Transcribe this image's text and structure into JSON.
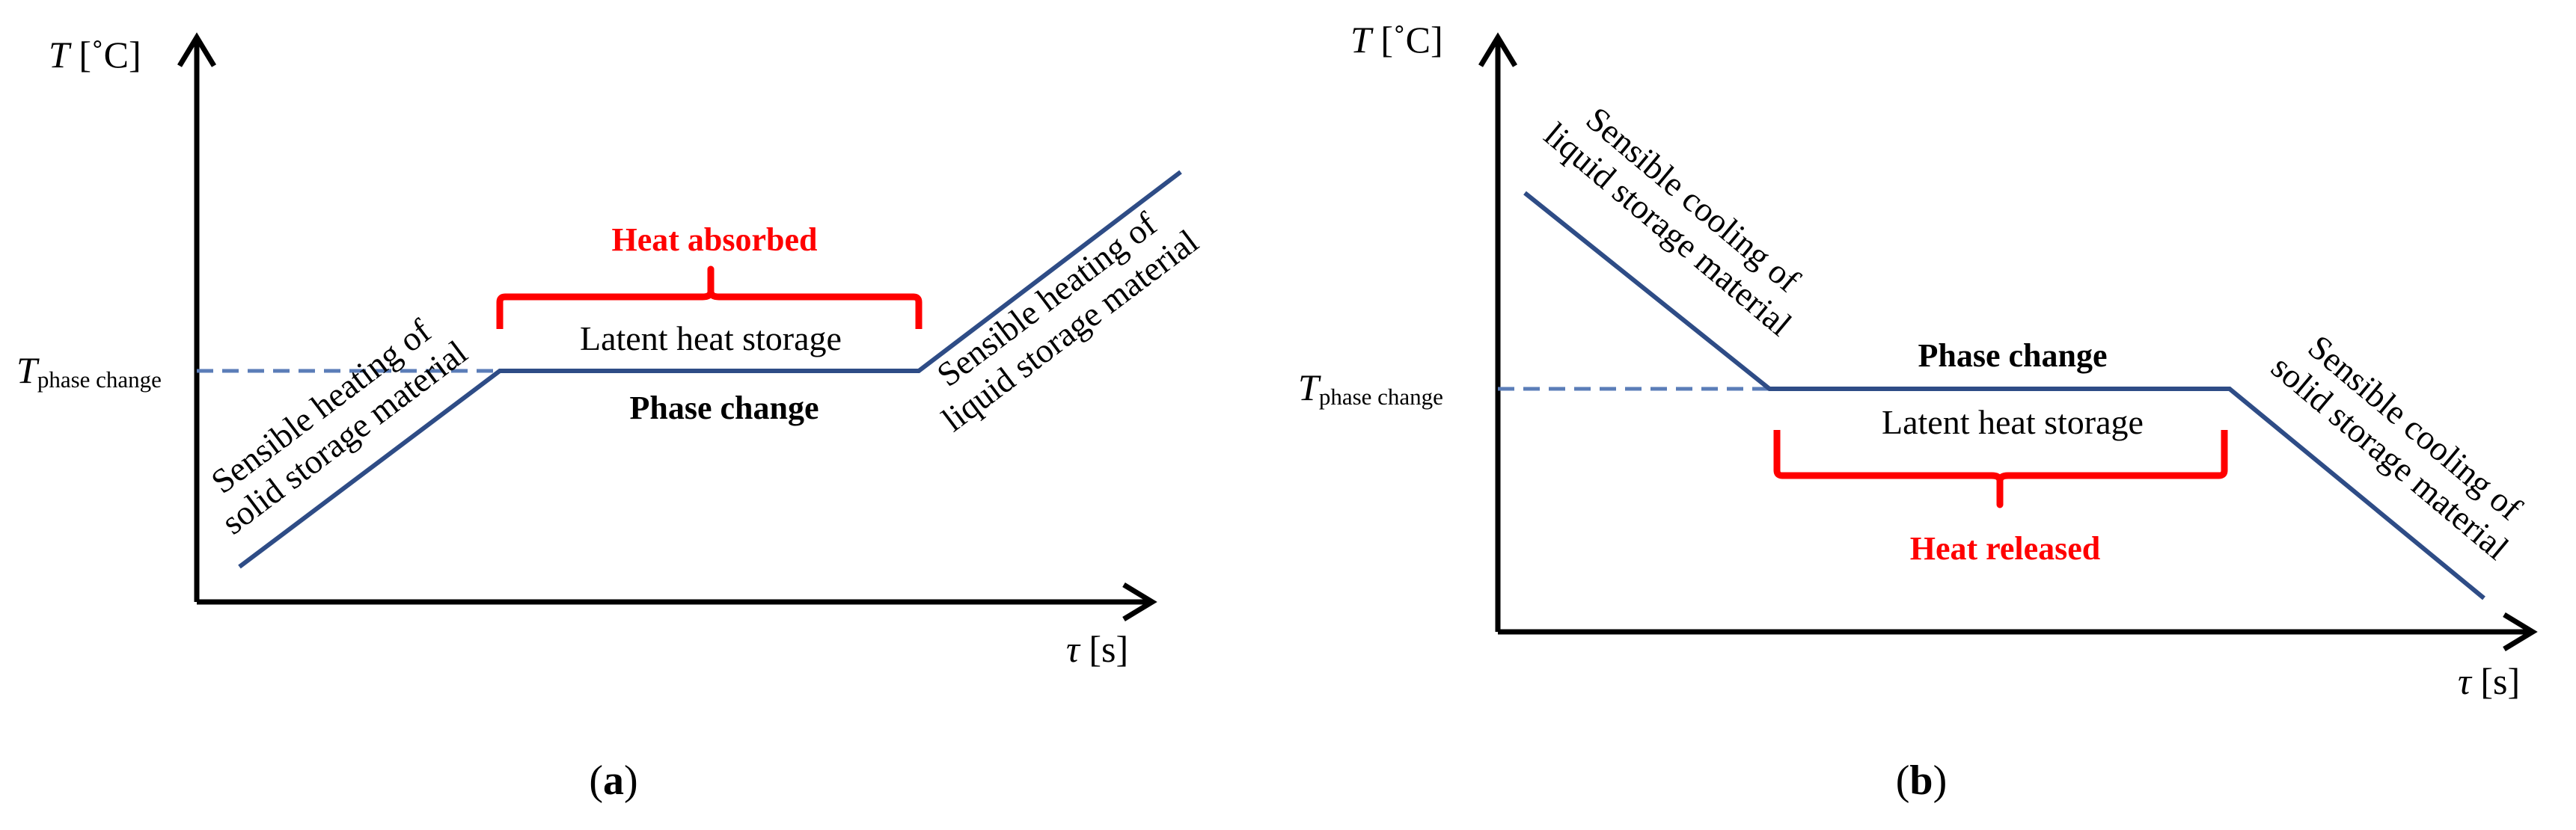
{
  "colors": {
    "curve": "#2e4c86",
    "dashed": "#5b7db8",
    "brace": "#ff0000",
    "axis": "#000000"
  },
  "panel_a": {
    "y_axis_symbol": "T",
    "y_axis_unit": " [˚C]",
    "x_axis_symbol": "τ",
    "x_axis_unit": " [s]",
    "t_symbol": "T",
    "t_subscript": "phase change",
    "heating_solid_line1": "Sensible heating of",
    "heating_solid_line2": "solid storage material",
    "latent_label": "Latent heat storage",
    "phase_label": "Phase change",
    "brace_label": "Heat absorbed",
    "heating_liquid_line1": "Sensible heating of",
    "heating_liquid_line2": "liquid storage material",
    "caption_open": "(",
    "caption_letter": "a",
    "caption_close": ")"
  },
  "panel_b": {
    "y_axis_symbol": "T",
    "y_axis_unit": " [˚C]",
    "x_axis_symbol": "τ",
    "x_axis_unit": " [s]",
    "t_symbol": "T",
    "t_subscript": "phase change",
    "cooling_liquid_line1": "Sensible cooling of",
    "cooling_liquid_line2": "liquid storage material",
    "phase_label": "Phase change",
    "latent_label": "Latent heat storage",
    "brace_label": "Heat released",
    "cooling_solid_line1": "Sensible cooling of",
    "cooling_solid_line2": "solid storage material",
    "caption_open": "(",
    "caption_letter": "b",
    "caption_close": ")"
  }
}
